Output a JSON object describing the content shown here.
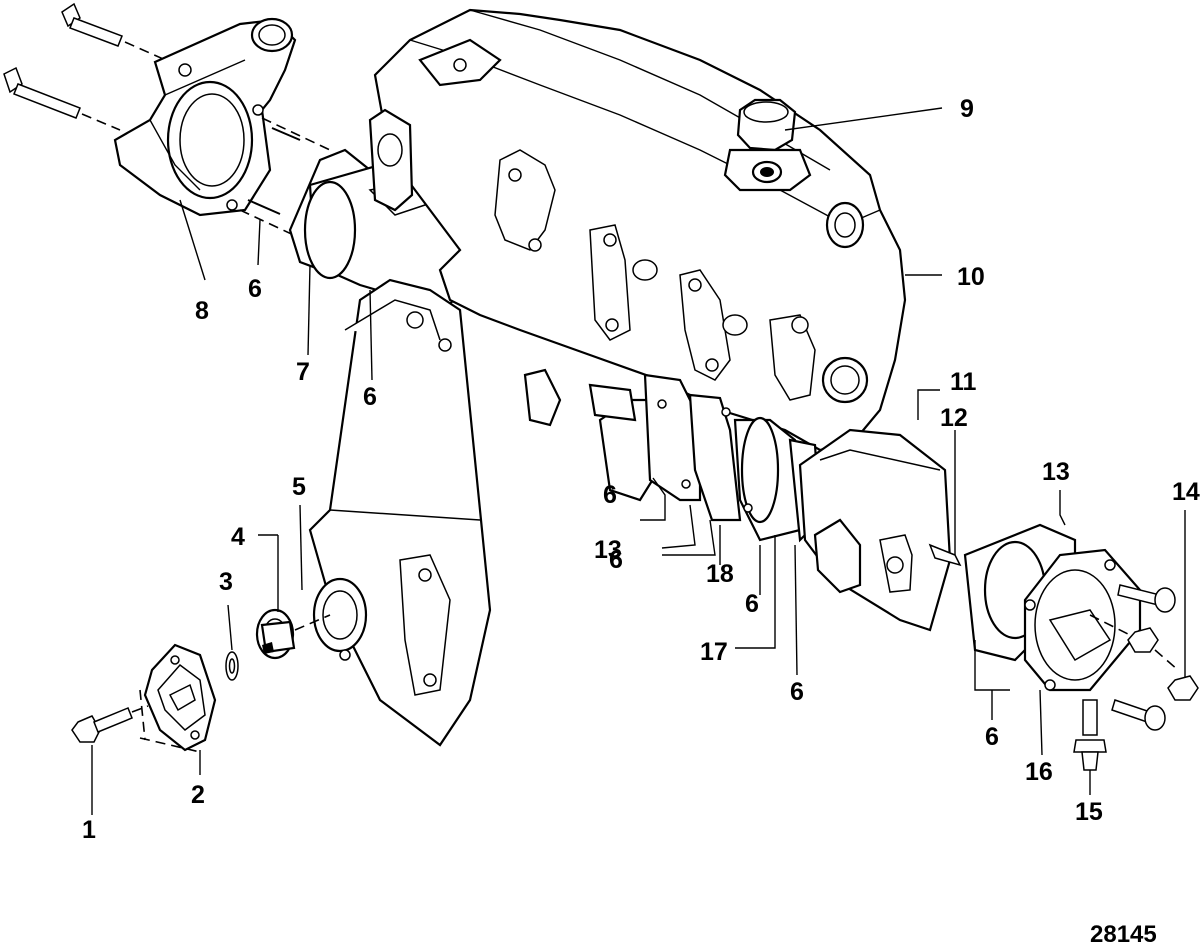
{
  "figure_id": "28145",
  "callouts": [
    "1",
    "2",
    "3",
    "4",
    "5",
    "6",
    "7",
    "8",
    "9",
    "10",
    "11",
    "12",
    "13",
    "14",
    "15",
    "16",
    "17",
    "18"
  ],
  "callout_6_label": "6",
  "callout_13_label": "13",
  "colors": {
    "line": "#000000",
    "background": "#ffffff"
  }
}
